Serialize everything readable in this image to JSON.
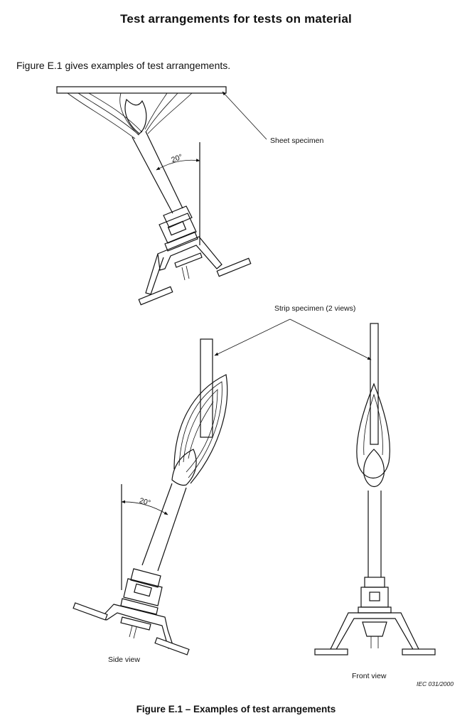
{
  "heading": "Test arrangements for tests on material",
  "intro": "Figure E.1 gives examples of test arrangements.",
  "labels": {
    "sheet_specimen": "Sheet specimen",
    "strip_specimen": "Strip specimen (2 views)",
    "angle_top": "20°",
    "angle_side": "20°",
    "side_view": "Side view",
    "front_view": "Front view",
    "reference": "IEC  031/2000"
  },
  "caption": "Figure E.1 – Examples of test arrangements"
}
